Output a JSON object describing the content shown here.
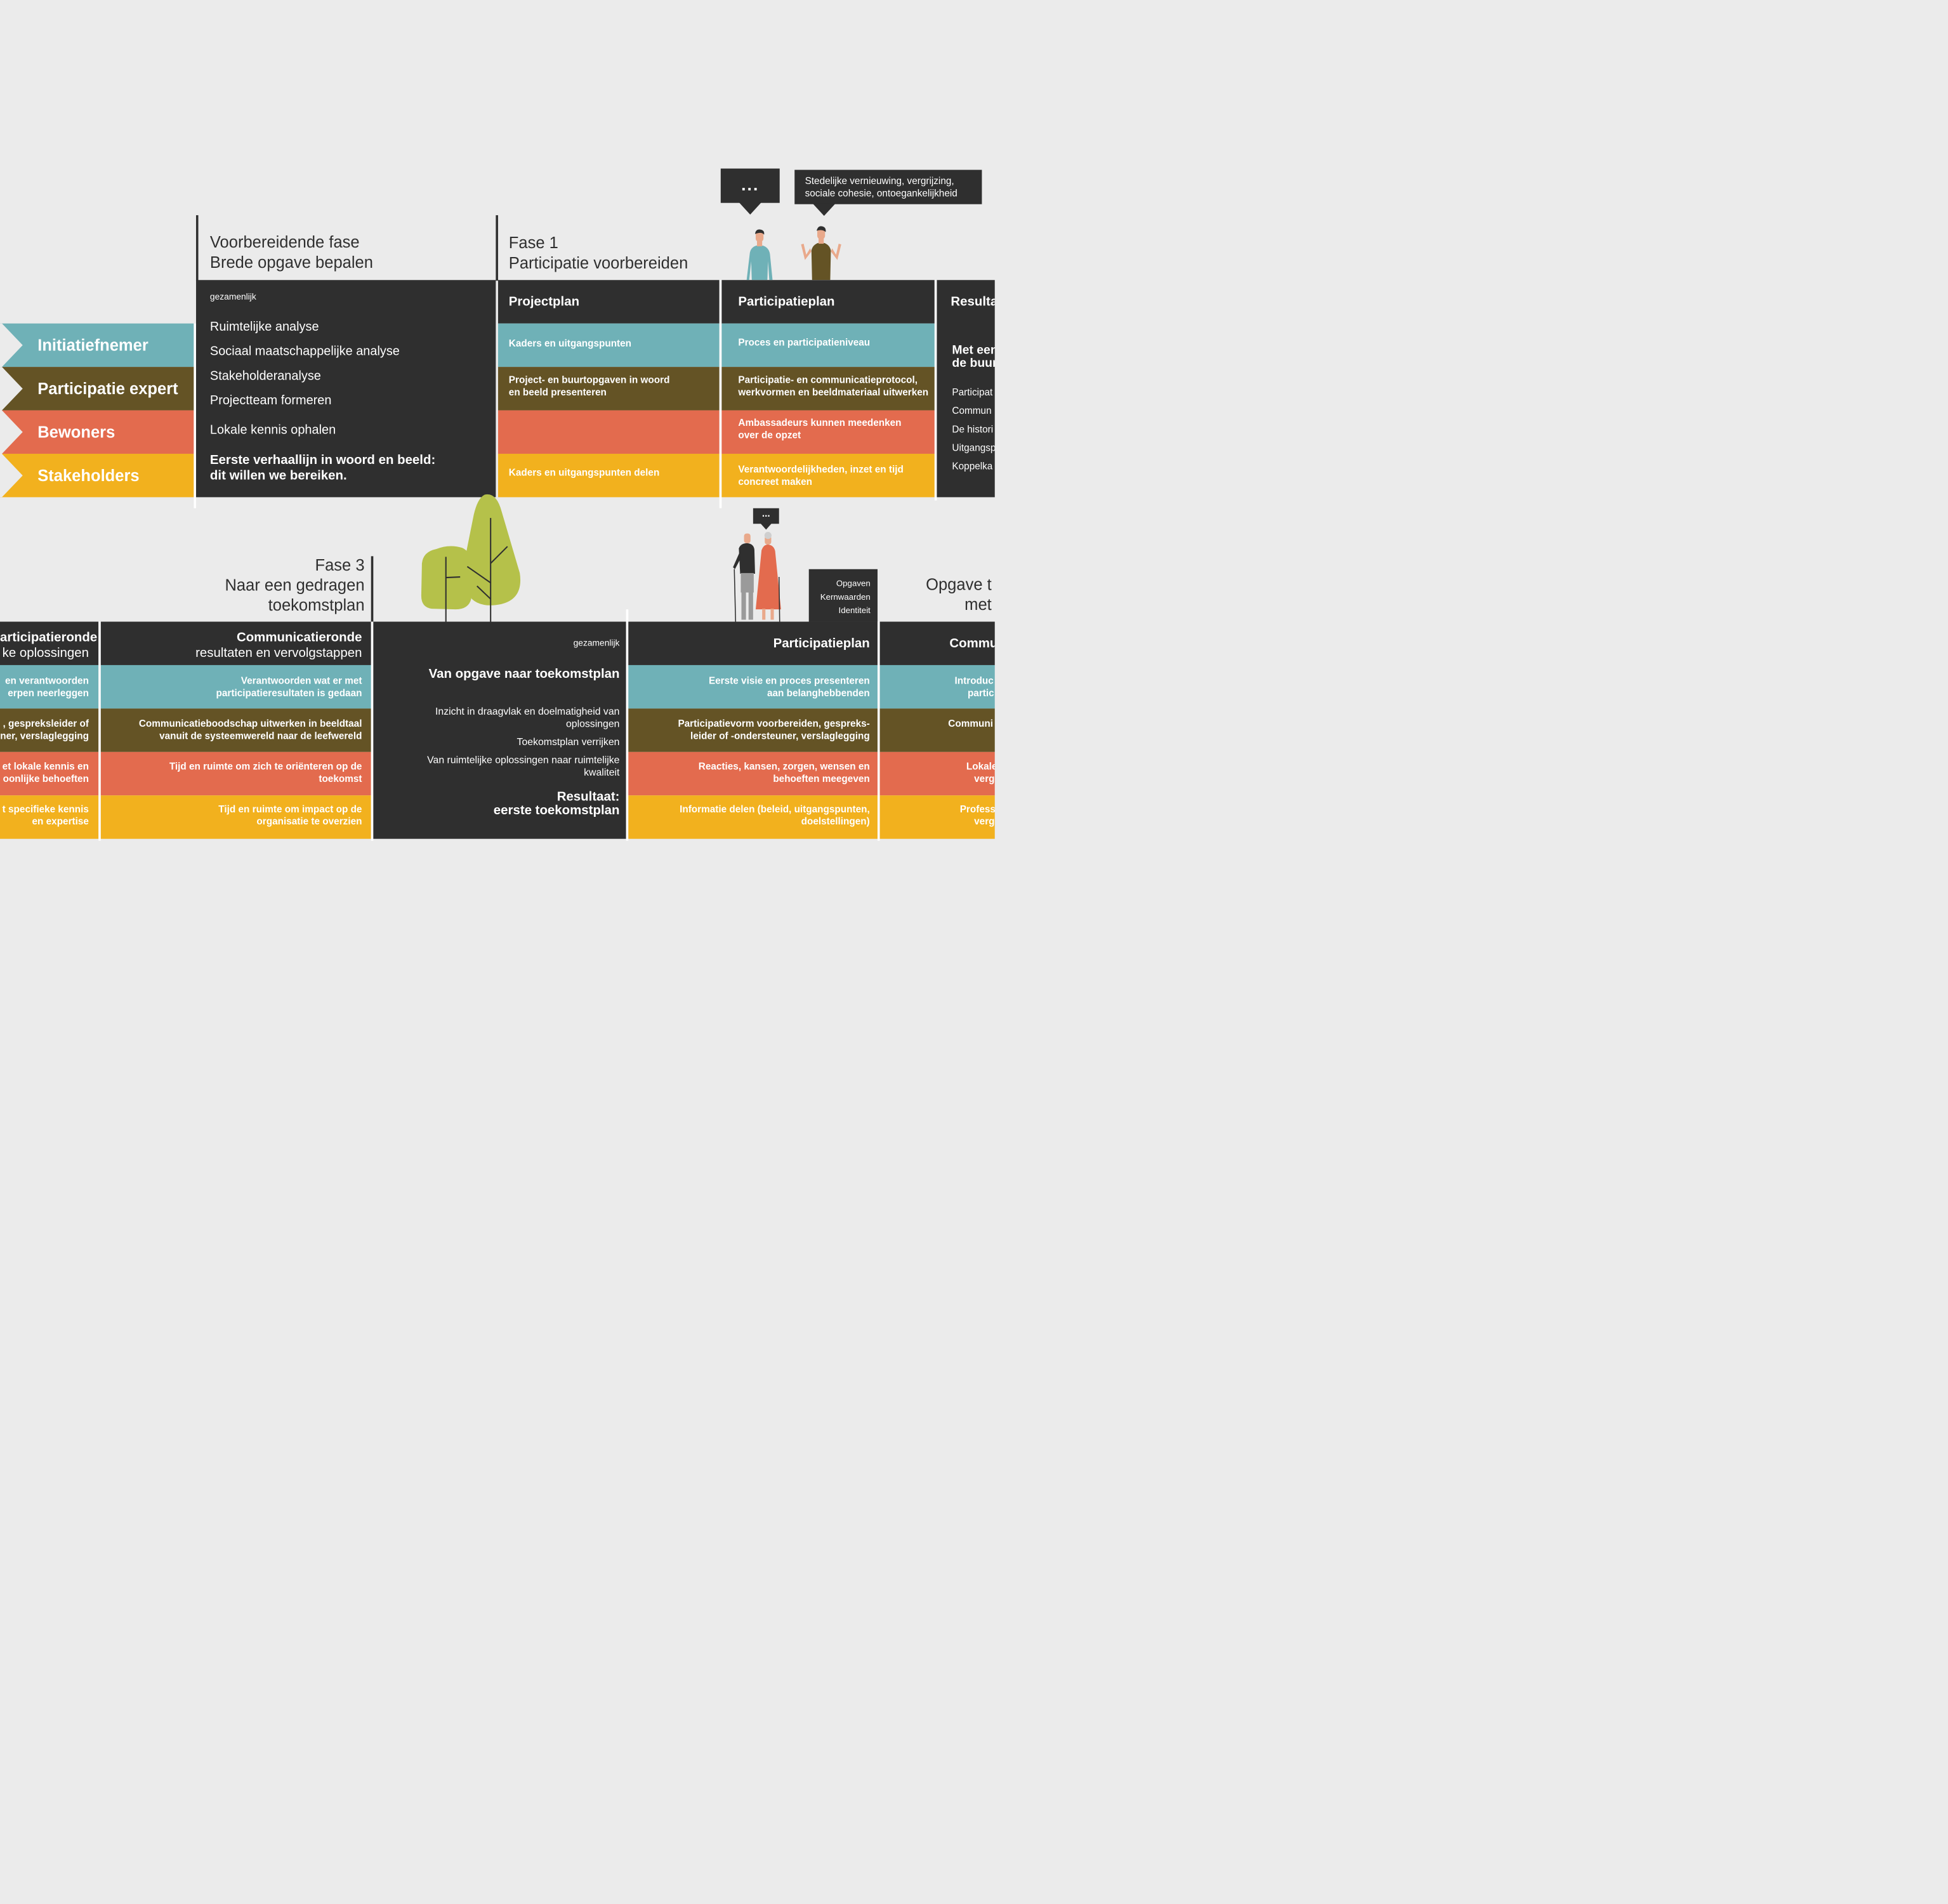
{
  "roles": [
    "Initiatiefnemer",
    "Participatie expert",
    "Bewoners",
    "Stakeholders"
  ],
  "prep": {
    "title_line1": "Voorbereidende fase",
    "title_line2": "Brede opgave bepalen",
    "tag": "gezamenlijk",
    "items": [
      "Ruimtelijke analyse",
      "Sociaal maatschappelijke analyse",
      "Stakeholderanalyse",
      "Projectteam formeren",
      "Lokale kennis ophalen"
    ],
    "conclusion_line1": "Eerste verhaallijn in woord en beeld:",
    "conclusion_line2": "dit willen we bereiken."
  },
  "fase1": {
    "title_line1": "Fase 1",
    "title_line2": "Participatie voorbereiden",
    "projectplan": {
      "header": "Projectplan",
      "cells": [
        [
          "Kaders en uitgangspunten"
        ],
        [
          "Project- en buurtopgaven in woord",
          "en beeld presenteren"
        ],
        [],
        [
          "Kaders en uitgangspunten delen"
        ]
      ]
    },
    "participatieplan": {
      "header": "Participatieplan",
      "cells": [
        [
          "Proces en participatieniveau"
        ],
        [
          "Participatie- en communicatieprotocol,",
          "werkvormen en beeldmateriaal uitwerken"
        ],
        [
          "Ambassadeurs kunnen meedenken",
          "over de opzet"
        ],
        [
          "Verantwoordelijkheden, inzet en tijd",
          "concreet maken"
        ]
      ]
    },
    "resulta": {
      "header": "Resulta",
      "heading_line1": "Met een",
      "heading_line2": "de buur",
      "items": [
        "Participat",
        "Commun",
        "De histori",
        "Uitgangsp",
        "Koppelka"
      ]
    }
  },
  "speech": {
    "dots": "...",
    "topics_line1": "Stedelijke vernieuwing, vergrijzing,",
    "topics_line2": "sociale cohesie, ontoegankelijkheid",
    "small_dots": "..."
  },
  "fase3": {
    "title_line1": "Fase 3",
    "title_line2": "Naar een gedragen",
    "title_line3": "toekomstplan",
    "partcol": {
      "header_line1": "articipatieronde",
      "header_line2": "ke oplossingen",
      "cells": [
        [
          "en verantwoorden",
          "erpen  neerleggen"
        ],
        [
          ", gespreksleider of",
          "ner, verslaglegging"
        ],
        [
          "et lokale kennis en",
          "oonlijke behoeften"
        ],
        [
          "t specifieke kennis",
          "en expertise"
        ]
      ]
    },
    "commronde": {
      "header_line1": "Communicatieronde",
      "header_line2": "resultaten en vervolgstappen",
      "cells": [
        [
          "Verantwoorden wat er met",
          "participatieresultaten is gedaan"
        ],
        [
          "Communicatieboodschap uitwerken in beeldtaal",
          "vanuit de systeemwereld naar de leefwereld"
        ],
        [
          "Tijd en ruimte om zich te oriënteren op de",
          "toekomst"
        ],
        [
          "Tijd en ruimte om impact op de",
          "organisatie te overzien"
        ]
      ]
    },
    "joint": {
      "tag": "gezamenlijk",
      "heading": "Van opgave naar toekomstplan",
      "items": [
        [
          "Inzicht in draagvlak en doelmatigheid van",
          "oplossingen"
        ],
        [
          "Toekomstplan verrijken"
        ],
        [
          "Van ruimtelijke oplossingen naar ruimtelijke",
          "kwaliteit"
        ]
      ],
      "result_line1": "Resultaat:",
      "result_line2": "eerste toekomstplan"
    }
  },
  "fase2": {
    "tags": [
      "Opgaven",
      "Kernwaarden",
      "Identiteit"
    ],
    "participatieplan": {
      "header": "Participatieplan",
      "cells": [
        [
          "Eerste visie en proces presenteren",
          "aan belanghebbenden"
        ],
        [
          "Participatievorm voorbereiden, gespreks-",
          "leider of -ondersteuner, verslaglegging"
        ],
        [
          "Reacties, kansen, zorgen, wensen en",
          "behoeften meegeven"
        ],
        [
          "Informatie delen (beleid, uitgangspunten,",
          "doelstellingen)"
        ]
      ]
    },
    "title_line1": "Opgave t",
    "title_line2": "met",
    "commu": {
      "header": "Commu",
      "cells": [
        [
          "Introduc",
          "partic"
        ],
        [
          "Communi"
        ],
        [
          "Lokale",
          "verg"
        ],
        [
          "Profess",
          "verg"
        ]
      ]
    }
  },
  "colors": {
    "dark": "#2f2f2f",
    "teal": "#6fb1b7",
    "olive": "#645325",
    "coral": "#e36b4e",
    "yellow": "#f2b11e",
    "tree": "#b5c14a",
    "background": "#ebebeb"
  }
}
